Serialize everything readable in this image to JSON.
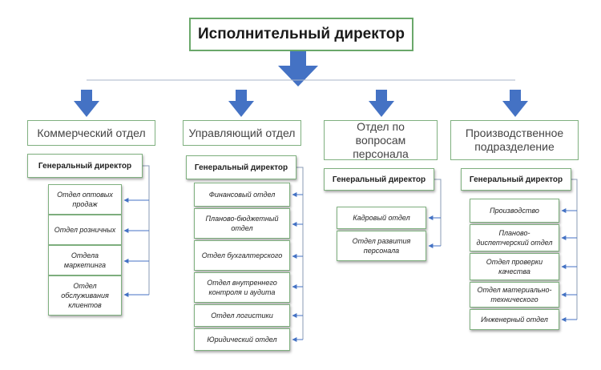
{
  "title": "Исполнительный директор",
  "departments": [
    {
      "name": "Коммерческий отдел",
      "head": "Генеральный директор",
      "units": [
        "Отдел оптовых продаж",
        "Отдел розничных",
        "Отдела маркетинга",
        "Отдел обслуживания клиентов"
      ]
    },
    {
      "name": "Управляющий отдел",
      "head": "Генеральный директор",
      "units": [
        "Финансовый отдел",
        "Планово-бюджетный отдел",
        "Отдел бухгалтерского",
        "Отдел внутреннего контроля и аудита",
        "Отдел логистики",
        "Юридический отдел"
      ]
    },
    {
      "name": "Отдел по вопросам персонала",
      "head": "Генеральный директор",
      "units": [
        "Кадровый отдел",
        "Отдел развития персонала"
      ]
    },
    {
      "name": "Производственное подразделение",
      "head": "Генеральный директор",
      "units": [
        "Производство",
        "Планово-диспетчерский отдел",
        "Отдел проверки качества",
        "Отдел материально-технического",
        "Инженерный отдел"
      ]
    }
  ],
  "colors": {
    "arrow": "#4472c4",
    "border": "#7fb07f",
    "connector": "#8a9bb5"
  }
}
